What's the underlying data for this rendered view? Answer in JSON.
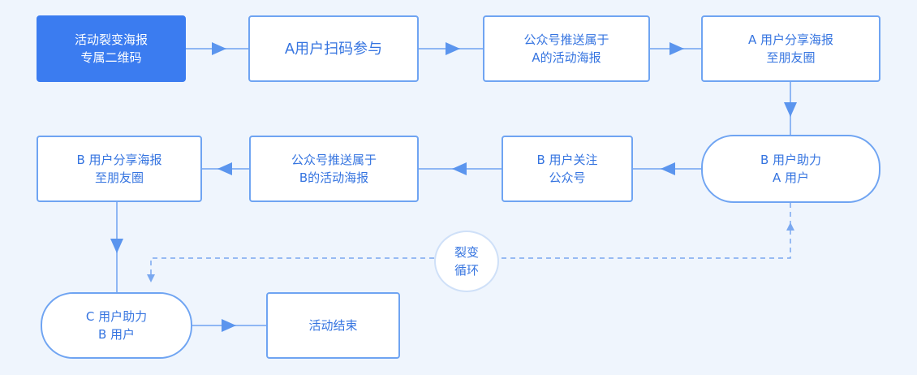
{
  "nodes": {
    "start": "活动裂变海报\n专属二维码",
    "a_scan": "A用户扫码参与",
    "push_a": "公众号推送属于\nA的活动海报",
    "a_share": "A 用户分享海报\n至朋友圈",
    "b_help": "B 用户助力\nA 用户",
    "b_follow": "B 用户关注\n公众号",
    "push_b": "公众号推送属于\nB的活动海报",
    "b_share": "B 用户分享海报\n至朋友圈",
    "c_help": "C 用户助力\nB 用户",
    "end": "活动结束"
  },
  "loop_label": "裂变\n循环",
  "colors": {
    "background": "#eff5fd",
    "start_fill": "#3b7cf0",
    "border": "#6fa4f2",
    "text": "#3574e0",
    "arrow": "#5b95ee"
  }
}
